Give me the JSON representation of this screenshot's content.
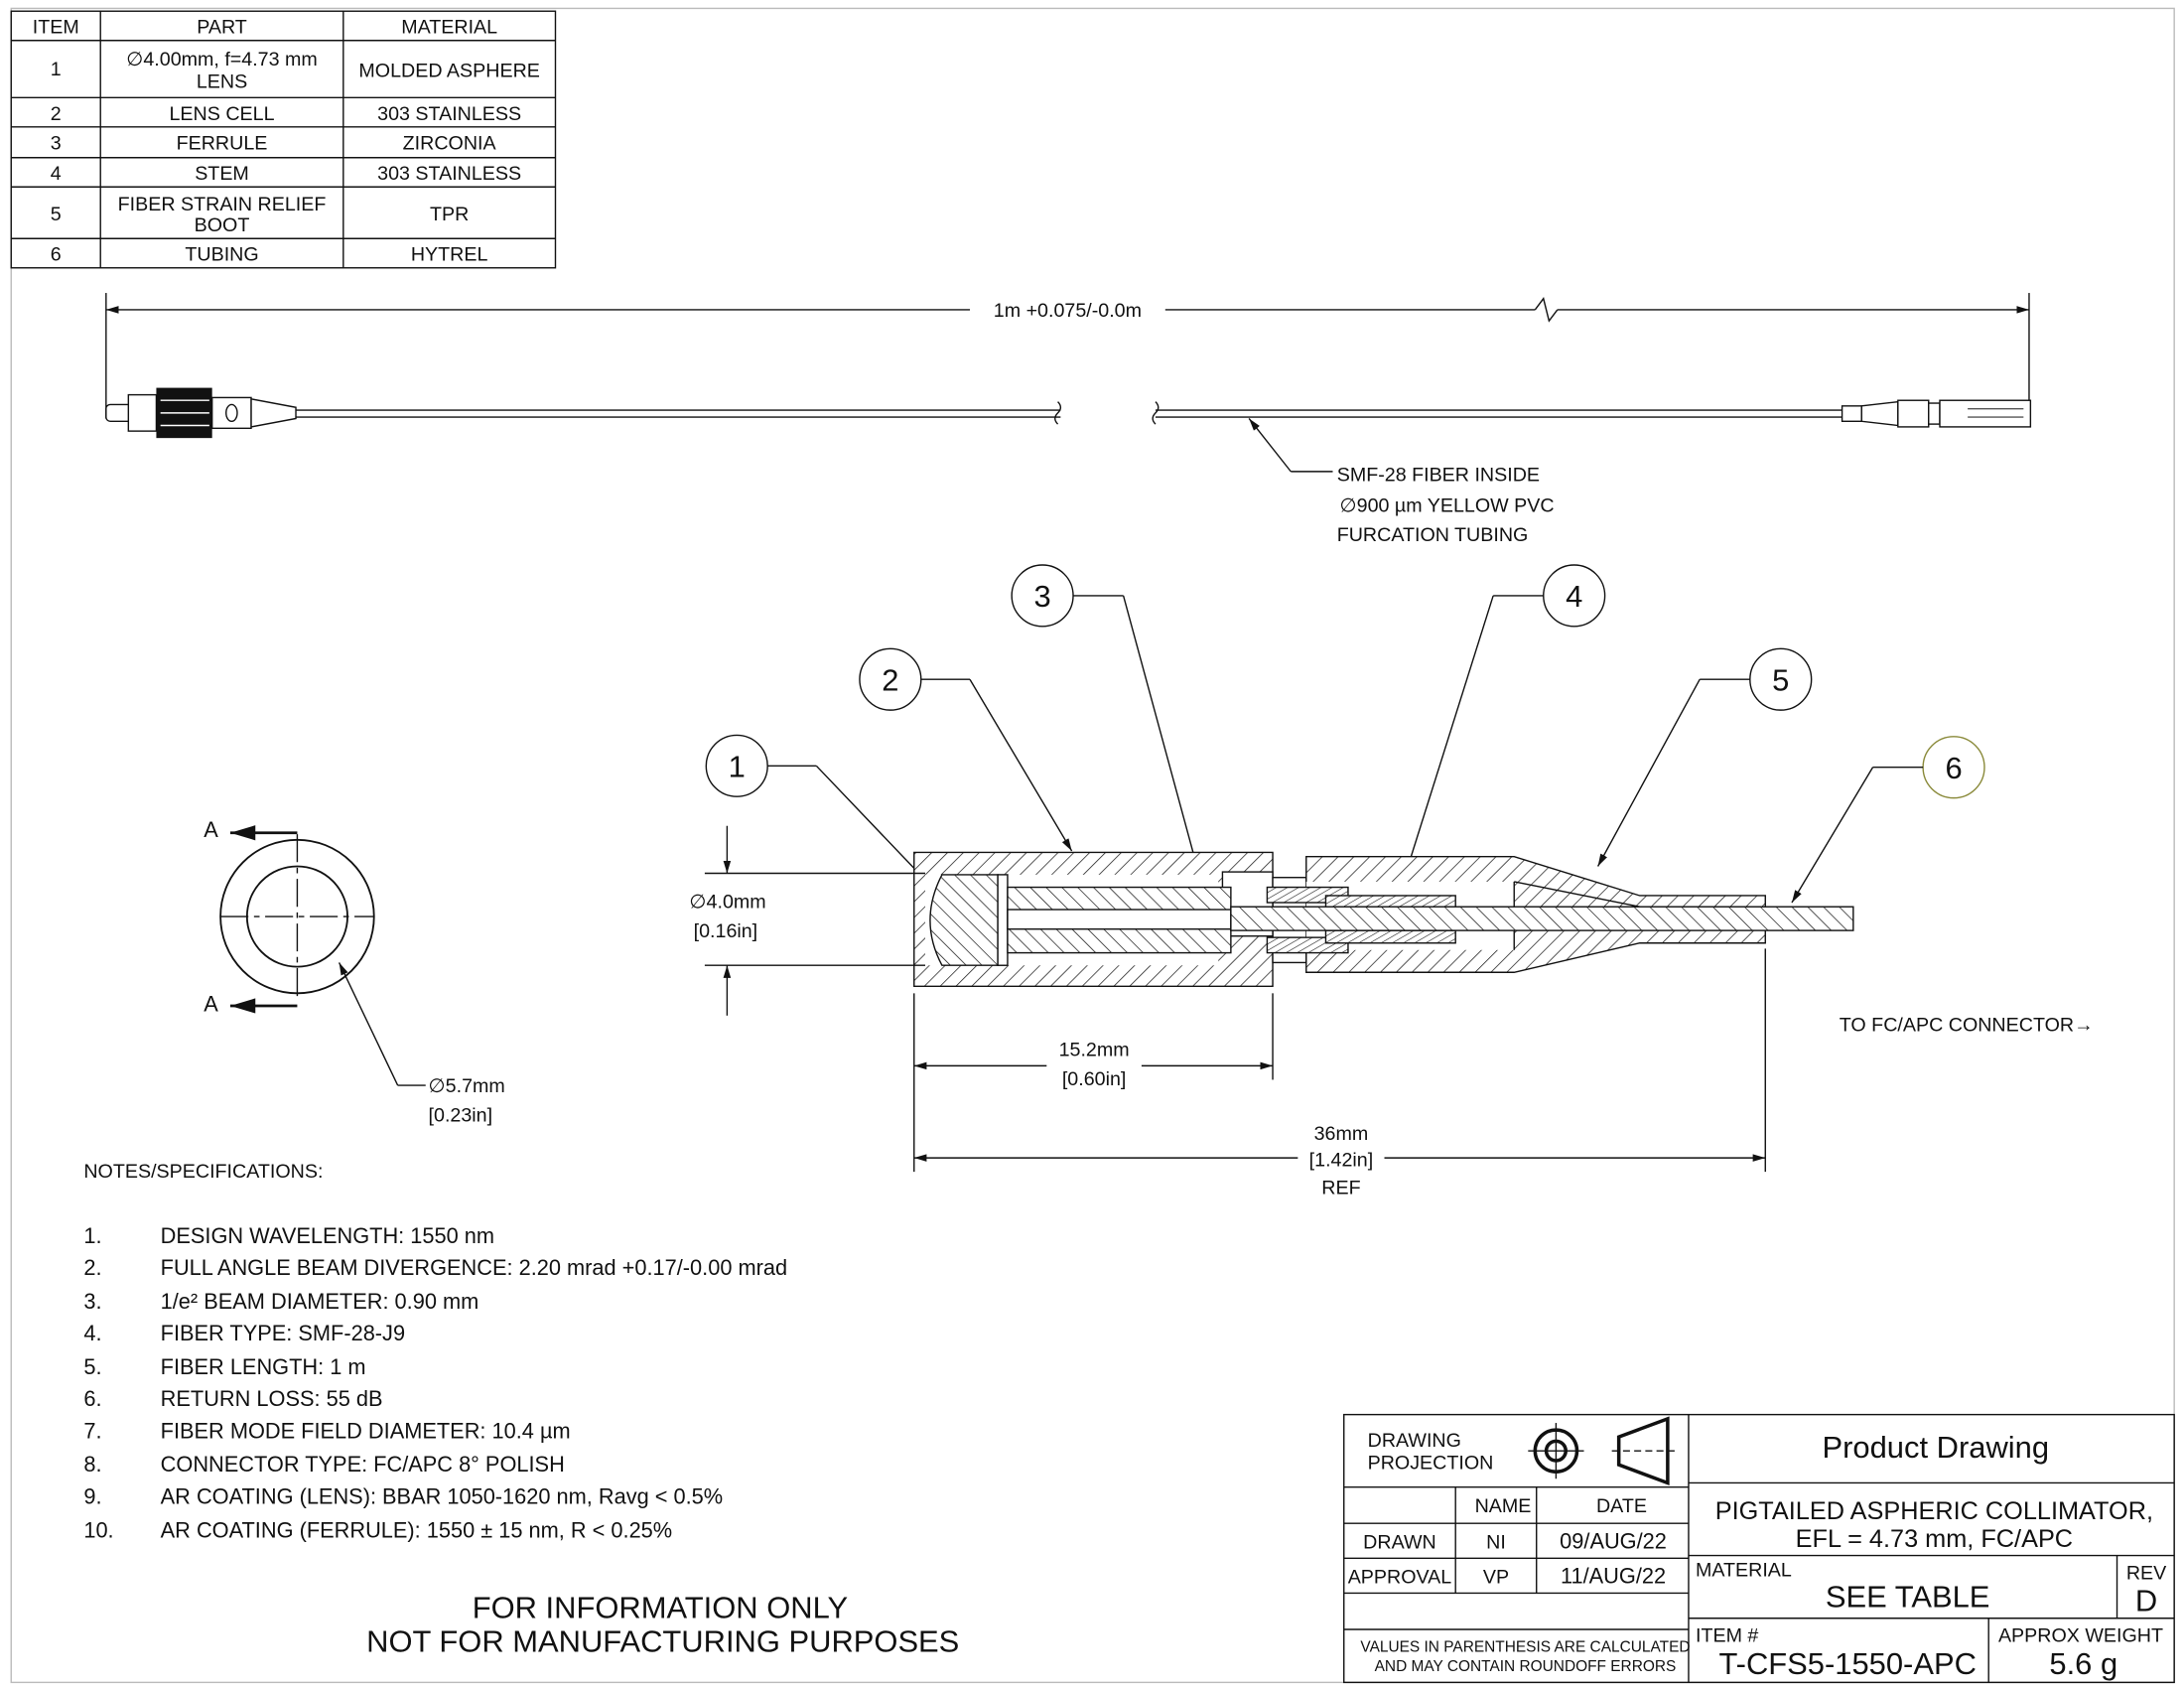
{
  "parts_table": {
    "headers": [
      "ITEM",
      "PART",
      "MATERIAL"
    ],
    "rows": [
      {
        "item": "1",
        "part_line1": "∅4.00mm, f=4.73 mm",
        "part_line2": "LENS",
        "material": "MOLDED ASPHERE"
      },
      {
        "item": "2",
        "part_line1": "LENS CELL",
        "part_line2": "",
        "material": "303 STAINLESS"
      },
      {
        "item": "3",
        "part_line1": "FERRULE",
        "part_line2": "",
        "material": "ZIRCONIA"
      },
      {
        "item": "4",
        "part_line1": "STEM",
        "part_line2": "",
        "material": "303 STAINLESS"
      },
      {
        "item": "5",
        "part_line1": "FIBER STRAIN RELIEF",
        "part_line2": "BOOT",
        "material": "TPR"
      },
      {
        "item": "6",
        "part_line1": "TUBING",
        "part_line2": "",
        "material": "HYTREL"
      }
    ]
  },
  "overall_view": {
    "length_dim": "1m +0.075/-0.0m",
    "fiber_note": [
      "SMF-28 FIBER INSIDE",
      "∅900 µm YELLOW PVC",
      "FURCATION TUBING"
    ]
  },
  "balloons": [
    "1",
    "2",
    "3",
    "4",
    "5",
    "6"
  ],
  "section_view": {
    "diameter_dim": [
      "∅4.0mm",
      "[0.16in]"
    ],
    "cell_length_dim": [
      "15.2mm",
      "[0.60in]"
    ],
    "total_length_dim": [
      "36mm",
      "[1.42in]",
      "REF"
    ],
    "connector_note": "TO FC/APC CONNECTOR→"
  },
  "end_view": {
    "section_label": "A",
    "outer_diameter_dim": [
      "∅5.7mm",
      "[0.23in]"
    ]
  },
  "notes": {
    "heading": "NOTES/SPECIFICATIONS:",
    "items": [
      {
        "num": "1.",
        "text": "DESIGN WAVELENGTH: 1550 nm"
      },
      {
        "num": "2.",
        "text": "FULL ANGLE BEAM DIVERGENCE: 2.20 mrad +0.17/-0.00 mrad"
      },
      {
        "num": "3.",
        "text": "1/e² BEAM DIAMETER: 0.90 mm"
      },
      {
        "num": "4.",
        "text": "FIBER TYPE: SMF-28-J9"
      },
      {
        "num": "5.",
        "text": "FIBER LENGTH: 1 m"
      },
      {
        "num": "6.",
        "text": "RETURN LOSS: 55 dB"
      },
      {
        "num": "7.",
        "text": "FIBER MODE FIELD DIAMETER: 10.4 µm"
      },
      {
        "num": "8.",
        "text": "CONNECTOR TYPE: FC/APC 8° POLISH"
      },
      {
        "num": "9.",
        "text": "AR COATING (LENS): BBAR 1050-1620 nm, Ravg < 0.5%"
      },
      {
        "num": "10.",
        "text": "AR COATING (FERRULE): 1550 ± 15 nm, R < 0.25%"
      }
    ]
  },
  "disclaimer": [
    "FOR INFORMATION ONLY",
    "NOT FOR MANUFACTURING PURPOSES"
  ],
  "title_block": {
    "projection_label": [
      "DRAWING",
      "PROJECTION"
    ],
    "name_header": "NAME",
    "date_header": "DATE",
    "drawn_label": "DRAWN",
    "drawn_name": "NI",
    "drawn_date": "09/AUG/22",
    "approval_label": "APPROVAL",
    "approval_name": "VP",
    "approval_date": "11/AUG/22",
    "values_note": [
      "VALUES IN PARENTHESIS ARE CALCULATED",
      "AND MAY CONTAIN ROUNDOFF ERRORS"
    ],
    "title": "Product Drawing",
    "description": [
      "PIGTAILED ASPHERIC COLLIMATOR,",
      "EFL = 4.73 mm, FC/APC"
    ],
    "material_label": "MATERIAL",
    "material_value": "SEE TABLE",
    "rev_label": "REV",
    "rev_value": "D",
    "item_label": "ITEM #",
    "item_value": "T-CFS5-1550-APC",
    "weight_label": "APPROX WEIGHT",
    "weight_value": "5.6 g"
  },
  "colors": {
    "line": "#111111",
    "balloon6": "#8a8a3a"
  }
}
